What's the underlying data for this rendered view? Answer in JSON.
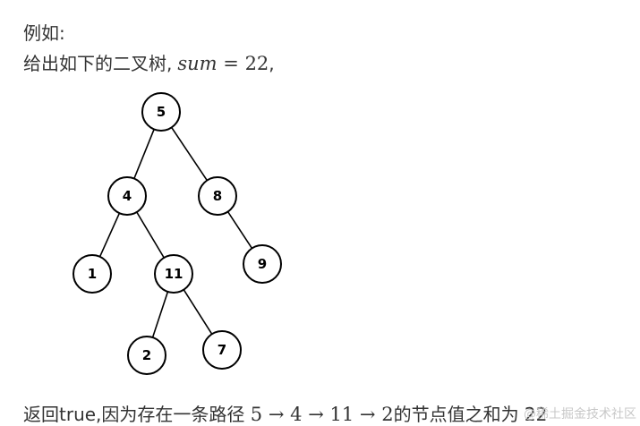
{
  "text": {
    "example_label": "例如:",
    "intro_prefix": "给出如下的二叉树,",
    "sum_var": "sum",
    "sum_eq": "=",
    "sum_value": "22",
    "sum_suffix": ",",
    "result_prefix": "返回true,因为存在一条路径",
    "path_values": [
      "5",
      "4",
      "11",
      "2"
    ],
    "arrow": "→",
    "result_suffix": "的节点值之和为 22"
  },
  "tree": {
    "nodes": [
      {
        "id": "n5",
        "label": "5"
      },
      {
        "id": "n4",
        "label": "4"
      },
      {
        "id": "n8",
        "label": "8"
      },
      {
        "id": "n1",
        "label": "1"
      },
      {
        "id": "n11",
        "label": "11"
      },
      {
        "id": "n9",
        "label": "9"
      },
      {
        "id": "n2",
        "label": "2"
      },
      {
        "id": "n7",
        "label": "7"
      }
    ],
    "edges": [
      [
        "n5",
        "n4"
      ],
      [
        "n5",
        "n8"
      ],
      [
        "n4",
        "n1"
      ],
      [
        "n4",
        "n11"
      ],
      [
        "n8",
        "n9"
      ],
      [
        "n11",
        "n2"
      ],
      [
        "n11",
        "n7"
      ]
    ]
  },
  "watermark": "@稀土掘金技术社区"
}
